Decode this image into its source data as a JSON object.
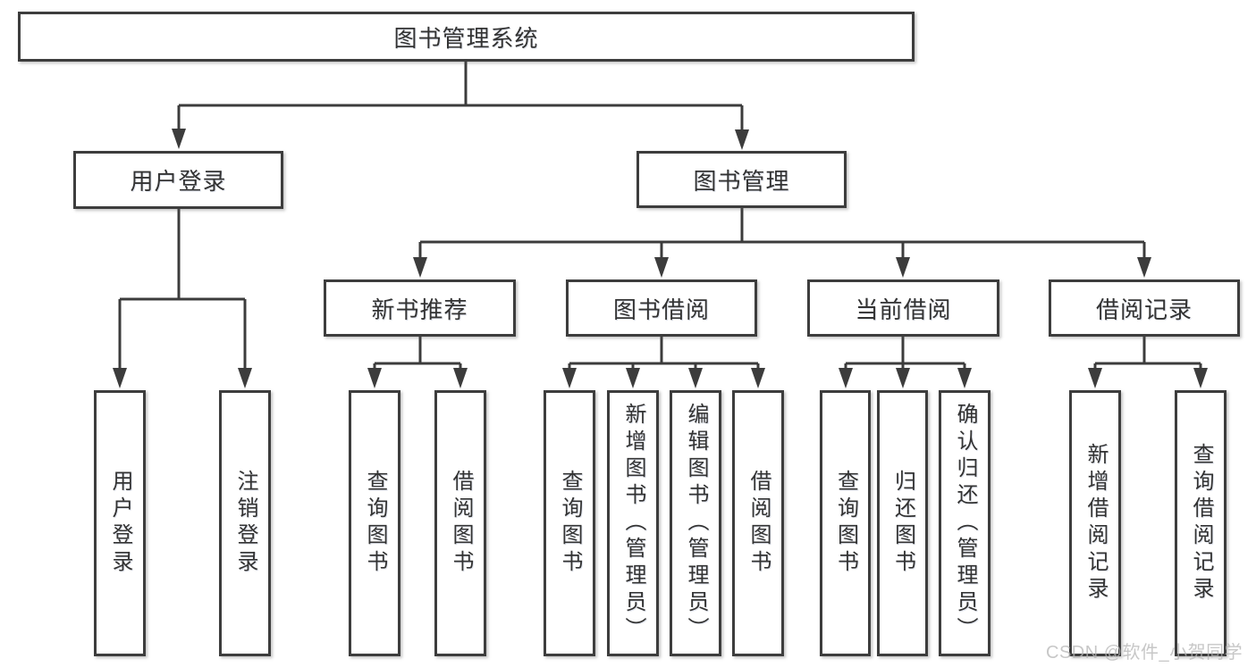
{
  "diagram": {
    "root": {
      "label": "图书管理系统"
    },
    "level2": {
      "user_login": {
        "label": "用户登录"
      },
      "book_management": {
        "label": "图书管理"
      }
    },
    "level3": {
      "new_books": {
        "label": "新书推荐"
      },
      "book_borrow": {
        "label": "图书借阅"
      },
      "current_borrow": {
        "label": "当前借阅"
      },
      "borrow_records": {
        "label": "借阅记录"
      }
    },
    "leaves": {
      "user_login_leaf": {
        "label": "用户登录"
      },
      "logout_leaf": {
        "label": "注销登录"
      },
      "nb_query_books": {
        "label": "查询图书"
      },
      "nb_borrow_books": {
        "label": "借阅图书"
      },
      "bb_query_books": {
        "label": "查询图书"
      },
      "bb_add_books": {
        "label": "新增图书（管理员）"
      },
      "bb_edit_books": {
        "label": "编辑图书（管理员）"
      },
      "bb_borrow_books": {
        "label": "借阅图书"
      },
      "cb_query_books": {
        "label": "查询图书"
      },
      "cb_return_books": {
        "label": "归还图书"
      },
      "cb_confirm_return": {
        "label": "确认归还（管理员）"
      },
      "br_add_record": {
        "label": "新增借阅记录"
      },
      "br_query_record": {
        "label": "查询借阅记录"
      }
    }
  },
  "watermark": {
    "text": "CSDN @软件_小贺同学"
  },
  "colors": {
    "background": "#ffffff",
    "line": "#3c3c3c",
    "box_border": "#3d3d3d",
    "text": "#333333",
    "watermark_text": "#b5b5b5"
  }
}
